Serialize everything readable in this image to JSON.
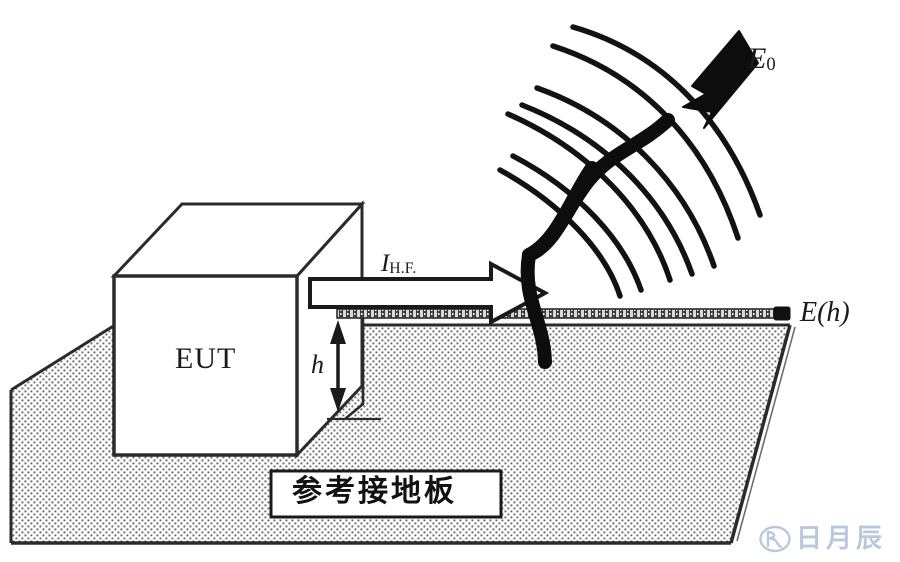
{
  "diagram": {
    "title": "EUT radiated-field / high-frequency cable current test setup",
    "labels": {
      "incident_field": "E",
      "incident_field_sub": "0",
      "cable_current": "I",
      "cable_current_sub": "H.F.",
      "field_at_height": "E(h)",
      "height": "h",
      "eut": "EUT",
      "ground_plane": "参考接地板"
    },
    "colors": {
      "stroke": "#1a1a1a",
      "fill_white": "#ffffff",
      "stipple_dot": "#8a8a8a",
      "watermark": "#b7c6dc",
      "background": "#ffffff"
    },
    "elements": {
      "eut_box": {
        "name": "EUT enclosure",
        "shape": "isometric-cuboid",
        "face_label": "EUT"
      },
      "ground_plane": {
        "name": "reference ground plane",
        "shape": "parallelogram",
        "texture": "stipple-dots",
        "label": "参考接地板"
      },
      "cable": {
        "name": "high-frequency cable",
        "orientation": "horizontal",
        "texture": "hatched"
      },
      "current_arrow": {
        "name": "cable current arrow",
        "style": "hollow-outline",
        "direction": "right",
        "label": "I H.F."
      },
      "height_arrow": {
        "name": "cable height dimension",
        "style": "double-headed",
        "direction": "vertical",
        "label": "h"
      },
      "wave_front": {
        "name": "incident plane-wave front",
        "arc_count": 7,
        "style": "concentric-arcs"
      },
      "field_arrow": {
        "name": "incident field direction arrow",
        "style": "thick-s-curve-solid",
        "direction": "up-right",
        "label": "E 0"
      }
    }
  },
  "watermark": {
    "logo": "circled-ry-logo",
    "text": "日月辰"
  }
}
